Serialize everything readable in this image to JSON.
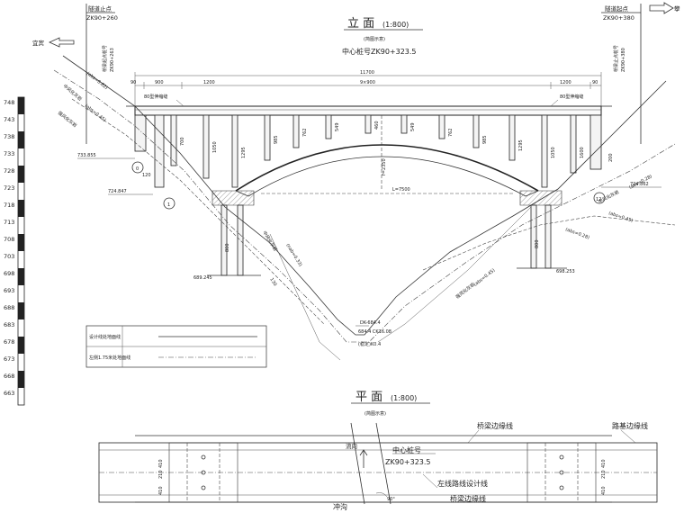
{
  "elevation": {
    "title": "立 面",
    "scale": "(1:800)",
    "note": "(简图示意)",
    "center_station": "中心桩号ZK90+323.5",
    "tunnel_end_label": "隧道止点",
    "tunnel_end_station": "ZK90+260",
    "tunnel_start_label": "隧道起点",
    "tunnel_start_station": "ZK90+380",
    "left_direction": "宜宾",
    "right_direction": "攀",
    "left_bridge_station_label": "桥梁起点桩号",
    "left_bridge_station": "ZK90+263",
    "right_bridge_station_label": "桥梁止点桩号",
    "right_bridge_station": "ZK90+380",
    "total_length": "11700",
    "dim_left_end": "900",
    "dim_spans": "9×900",
    "dim_span1": "1200",
    "dim_span_last": "1200",
    "dim_right_end": "90",
    "dim_left_90": "90",
    "expansion_joint_left": "80型伸缩缝",
    "expansion_joint_right": "80型伸缩缝",
    "rise_label": "f=2350",
    "span_label": "L=7500",
    "elev_left_1": "733.855",
    "elev_left_2": "724.847",
    "elev_left_3": "689.245",
    "elev_right_1": "724.862",
    "elev_right_2": "698.253",
    "pier_numbers": [
      "0",
      "1",
      "12"
    ],
    "bottom_elev_1": "DK-684.4",
    "bottom_elev_2": "684.4 CK16.08",
    "bottom_elev_3": "(稳定)K0.4",
    "column_heights": [
      "700",
      "1050",
      "1295",
      "985",
      "762",
      "549",
      "460",
      "549",
      "762",
      "985",
      "1295",
      "1050",
      "1600"
    ],
    "slope_labels": [
      "(abs=0.82)",
      "(abs=0.45)",
      "(nab=0.33)",
      "(abs=0.45)",
      "(abs=0.28)",
      "(abs=0.45)",
      "(abs=0.28)"
    ],
    "ground_line_labels": [
      "中风化灰岩",
      "强风化灰岩",
      "中风化灰岩",
      "强风化灰岩",
      "中风化灰岩"
    ],
    "foundation_dims": [
      "120",
      "800",
      "200",
      "800",
      "130"
    ]
  },
  "legend": {
    "items": [
      {
        "label": "设计线处地面线"
      },
      {
        "label": "左侧1.75米处地面线"
      }
    ]
  },
  "elevation_scale": {
    "ticks": [
      "748",
      "743",
      "738",
      "733",
      "728",
      "723",
      "718",
      "713",
      "708",
      "703",
      "698",
      "693",
      "688",
      "683",
      "678",
      "673",
      "668",
      "663"
    ]
  },
  "plan": {
    "title": "平 面",
    "scale": "(1:800)",
    "note": "(简图示意)",
    "center_station": "中心桩号",
    "center_station_value": "ZK90+323.5",
    "flow_label": "流向",
    "bridge_edge_top": "桥梁边缘线",
    "bridge_edge_bottom": "桥梁边缘线",
    "roadbed_edge": "路基边缘线",
    "design_line": "左线路线设计线",
    "gully": "冲沟",
    "angle": "90°",
    "dims_left": [
      "410",
      "210",
      "410"
    ],
    "dims_right": [
      "410",
      "210",
      "410"
    ]
  }
}
